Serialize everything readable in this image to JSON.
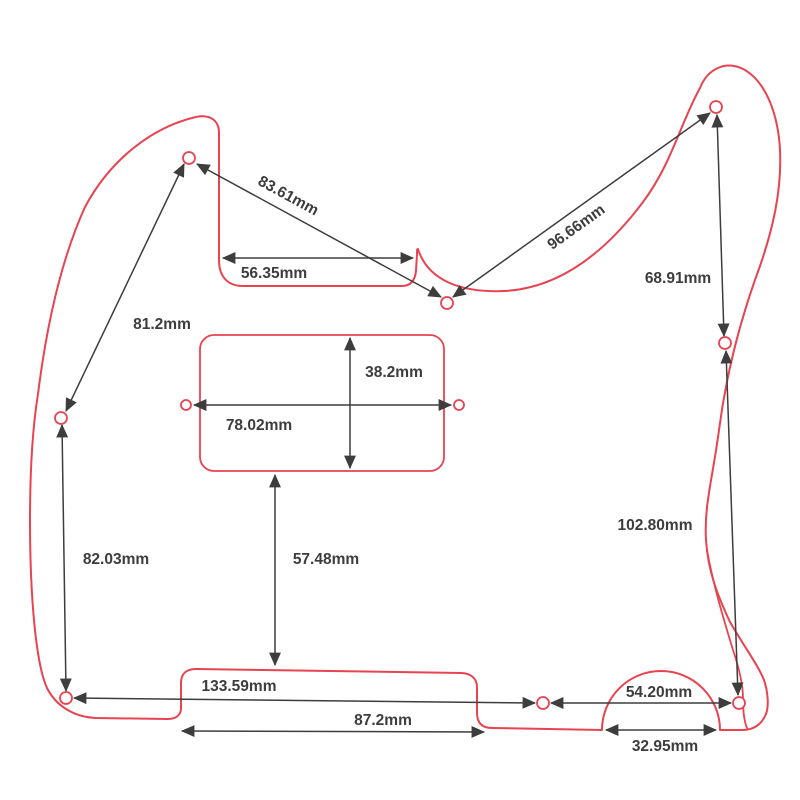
{
  "diagram": {
    "subject": "guitar pickguard dimension drawing",
    "unit": "mm",
    "colors": {
      "outline": "#e84350",
      "dimension_lines": "#3d3d3d",
      "text": "#3d3d3d",
      "background": "#ffffff"
    },
    "screw_hole_count": 8,
    "pickup_mount_hole_count": 2,
    "dimensions": {
      "top_left_screw_to_center_screw": "83.61mm",
      "neck_edge_gap": "56.35mm",
      "center_screw_to_top_right_screw": "96.66mm",
      "top_right_screw_to_mid_right_screw": "68.91mm",
      "top_left_screw_to_mid_left_screw": "81.2mm",
      "pickup_route_height": "38.2mm",
      "pickup_route_width": "78.02mm",
      "mid_right_screw_to_bottom_right_screw": "102.80mm",
      "mid_left_screw_to_bottom_left_screw": "82.03mm",
      "pickup_route_to_bottom_edge": "57.48mm",
      "bottom_left_screw_to_bottom_center_screw": "133.59mm",
      "bottom_center_screw_to_bottom_right_screw": "54.20mm",
      "bottom_notch_width": "87.2mm",
      "bottom_arch_width": "32.95mm"
    }
  }
}
